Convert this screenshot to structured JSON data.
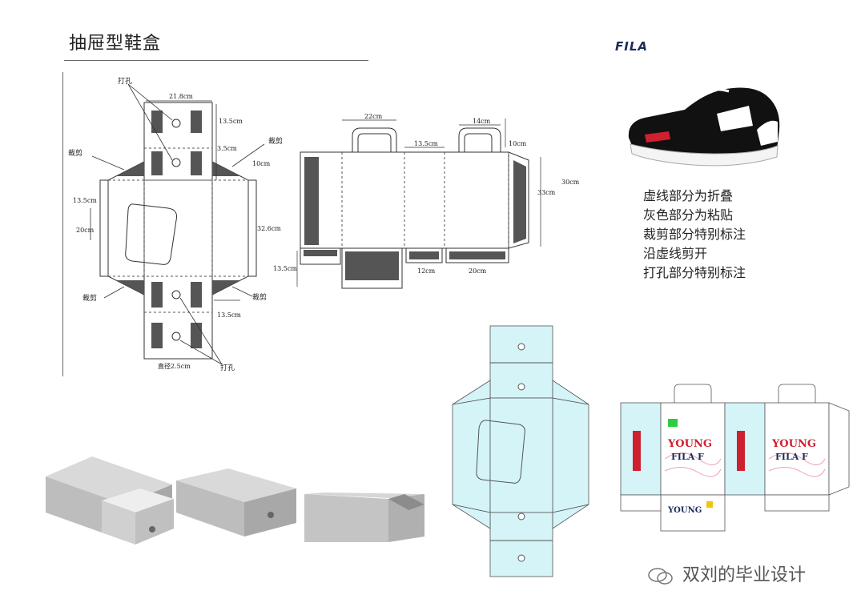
{
  "page": {
    "title": "抽屉型鞋盒"
  },
  "brand": {
    "logo_text": "FILA"
  },
  "notes": [
    "虚线部分为折叠",
    "灰色部分为粘贴",
    "裁剪部分特别标注",
    "沿虚线剪开",
    "打孔部分特别标注"
  ],
  "left_diagram": {
    "labels": {
      "punch_top": "打孔",
      "punch_bottom": "打孔",
      "cut_top_left": "裁剪",
      "cut_top_right": "裁剪",
      "cut_bottom_left": "裁剪",
      "cut_bottom_right": "裁剪"
    },
    "dimensions": {
      "width": "21.8cm",
      "height_panel": "13.5cm",
      "gap": "3.5cm",
      "flap": "10cm",
      "left_height": "13.5cm",
      "window": "20cm",
      "total_height": "32.6cm",
      "bottom_panel": "13.5cm",
      "diameter": "直径2.5cm"
    }
  },
  "middle_diagram": {
    "dimensions": {
      "handle_left": "22cm",
      "center": "13.5cm",
      "handle_right": "14cm",
      "handle_height": "10cm",
      "height_total": "30cm",
      "height_panel": "33cm",
      "bottom_left": "13.5cm",
      "bottom_mid": "12cm",
      "bottom_right": "20cm"
    }
  },
  "graphic": {
    "brand_text_line1": "YOUNG",
    "brand_text_line2": "FILA F",
    "colors": {
      "accent": "#cf2030",
      "cyan": "#d4f4f8",
      "navy": "#1a2a5a"
    }
  },
  "footer": {
    "watermark": "双刘的毕业设计"
  }
}
